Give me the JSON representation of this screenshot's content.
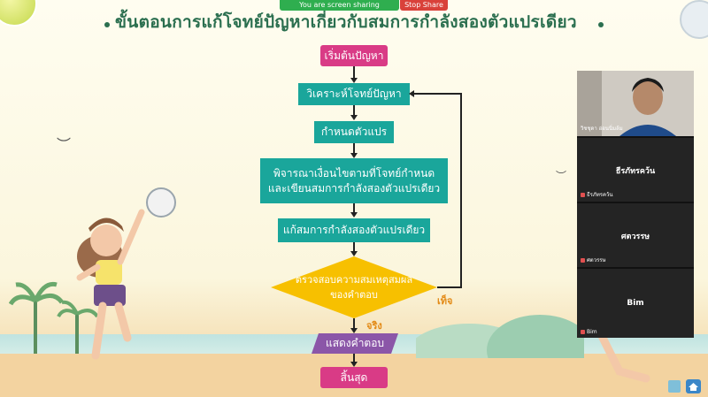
{
  "share_bar": {
    "sharing_text": "You are screen sharing",
    "stop_label": "Stop Share"
  },
  "slide": {
    "title": "ขั้นตอนการแก้โจทย์ปัญหาเกี่ยวกับสมการกำลังสองตัวแปรเดียว",
    "flowchart": {
      "start": "เริ่มต้นปัญหา",
      "analyze": "วิเคราะห์โจทย์ปัญหา",
      "define_variable": "กำหนดตัวแปร",
      "consider_line1": "พิจารณาเงื่อนไขตามที่โจทย์กำหนด",
      "consider_line2": "และเขียนสมการกำลังสองตัวแปรเดียว",
      "solve": "แก้สมการกำลังสองตัวแปรเดียว",
      "check_line1": "ตรวจสอบความสมเหตุสมผล",
      "check_line2": "ของคำตอบ",
      "false_label": "เท็จ",
      "true_label": "จริง",
      "show_answer": "แสดงคำตอบ",
      "end": "สิ้นสุด"
    }
  },
  "participants": [
    {
      "name": "วิชชุดา อ่อนนิ่มล้ม",
      "has_video": true
    },
    {
      "name": "ธีรภัทรคว้น",
      "tag": "ธีรภัทรคว้น"
    },
    {
      "name": "ศตวรรษ",
      "tag": "ศตวรรษ"
    },
    {
      "name": "Bim",
      "tag": "Bim"
    }
  ],
  "colors": {
    "title": "#2b6f4f",
    "process_box": "#1aa69b",
    "terminal_box": "#d93b86",
    "decision": "#f7c000",
    "io_box": "#8b56a8",
    "label": "#e38a16"
  }
}
